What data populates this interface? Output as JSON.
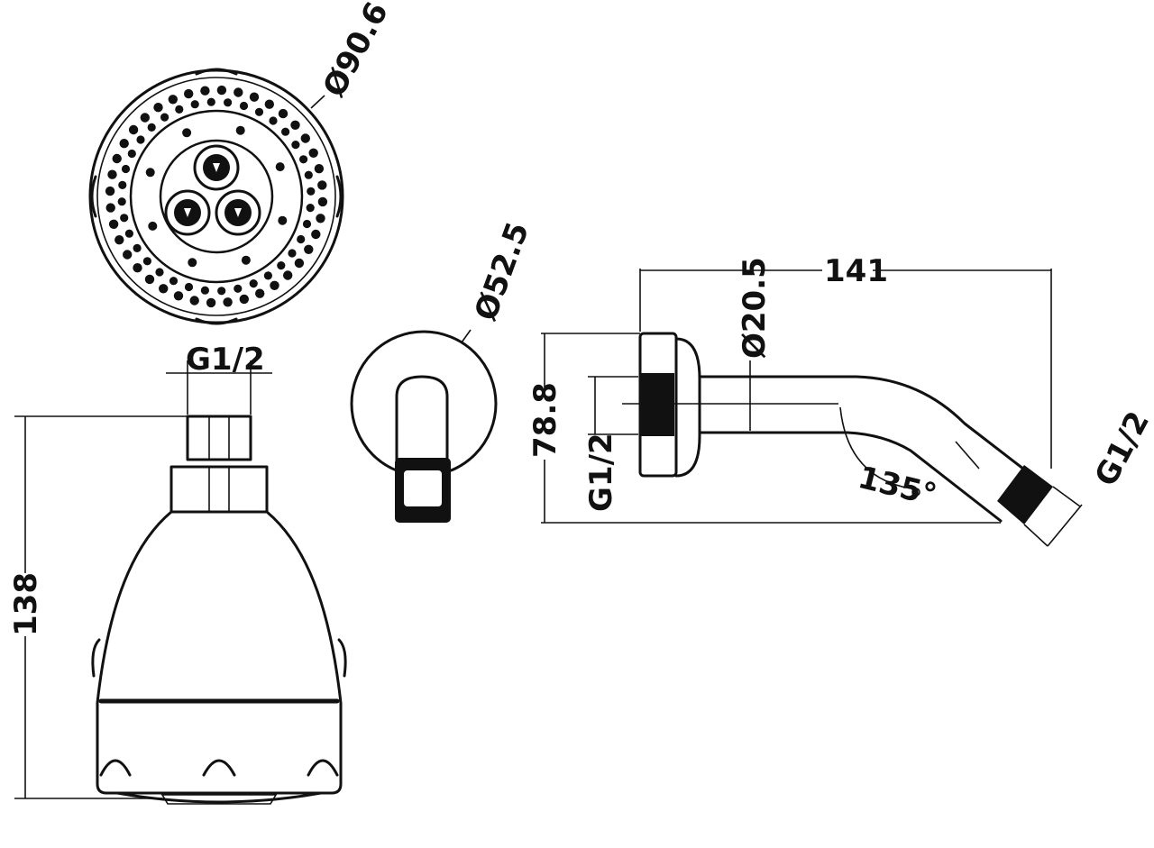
{
  "labels": {
    "head_diameter": "Ø90.6",
    "head_inlet_thread": "G1/2",
    "head_height": "138",
    "flange_diameter": "Ø52.5",
    "arm_length": "141",
    "arm_tube_diameter": "Ø20.5",
    "arm_height": "78.8",
    "arm_wall_thread": "G1/2",
    "arm_angle": "135°",
    "arm_outlet_thread": "G1/2"
  },
  "colors": {
    "line": "#111111",
    "background": "#ffffff"
  }
}
